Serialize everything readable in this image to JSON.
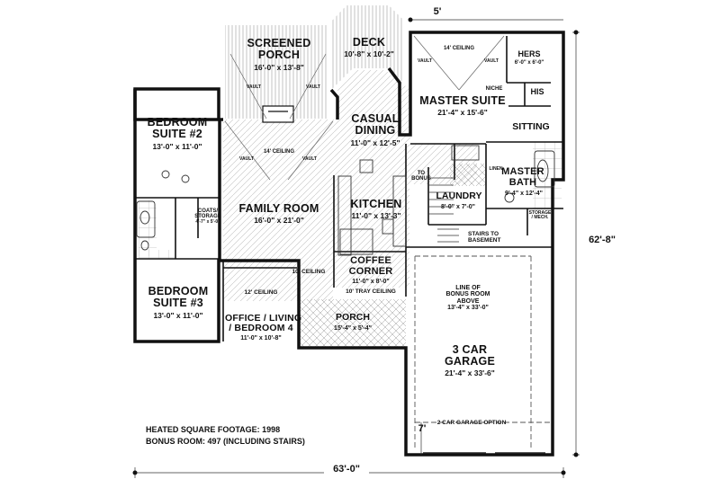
{
  "rooms": {
    "screened_porch": {
      "name_1": "SCREENED",
      "name_2": "PORCH",
      "dims": "16'-0\" x 13'-8\""
    },
    "deck": {
      "name": "DECK",
      "dims": "10'-8\" x 10'-2\""
    },
    "master_suite": {
      "ceiling": "14' CEILING",
      "name": "MASTER SUITE",
      "dims": "21'-4\" x 15'-6\""
    },
    "hers": {
      "name": "HERS",
      "dims": "6'-0\" x 6'-0\""
    },
    "his": {
      "name": "HIS"
    },
    "niche": {
      "name": "NICHE"
    },
    "sitting": {
      "name": "SITTING"
    },
    "bedroom2": {
      "name_1": "BEDROOM",
      "name_2": "SUITE #2",
      "dims": "13'-0\" x 11'-0\""
    },
    "casual_dining": {
      "name_1": "CASUAL",
      "name_2": "DINING",
      "dims": "11'-0\" x 12'-5\""
    },
    "family_room": {
      "ceiling": "14' CEILING",
      "name": "FAMILY ROOM",
      "dims": "16'-0\" x 21'-0\""
    },
    "to_bonus": {
      "line_1": "TO",
      "line_2": "BONUS"
    },
    "linen": {
      "name": "LINEN"
    },
    "master_bath": {
      "name_1": "MASTER",
      "name_2": "BATH",
      "dims": "9'-4\" x 12'-4\""
    },
    "laundry": {
      "name": "LAUNDRY",
      "dims": "8'-0\" x 7'-0\""
    },
    "kitchen": {
      "name": "KITCHEN",
      "dims": "11'-0\" x 13'-3\""
    },
    "coats_storage": {
      "line_1": "COATS/",
      "line_2": "STORAGE",
      "dims": "4'-7\" x 5'-0\""
    },
    "storage_mech": {
      "line_1": "STORAGE",
      "line_2": "/ MECH."
    },
    "stairs": {
      "line_1": "STAIRS TO",
      "line_2": "BASEMENT"
    },
    "ten_ceiling": {
      "text": "10' CEILING"
    },
    "coffee_corner": {
      "name_1": "COFFEE",
      "name_2": "CORNER",
      "dims": "11'-0\" x 8'-0\"",
      "ceiling": "10' TRAY CEILING"
    },
    "bonus_line": {
      "line_1": "LINE OF",
      "line_2": "BONUS ROOM",
      "line_3": "ABOVE",
      "dims": "13'-4\" x 33'-0\""
    },
    "bedroom3": {
      "name_1": "BEDROOM",
      "name_2": "SUITE #3",
      "dims": "13'-0\" x 11'-0\""
    },
    "office": {
      "ceiling": "12' CEILING",
      "name_1": "OFFICE / LIVING",
      "name_2": "/ BEDROOM 4",
      "dims": "11'-0\" x 10'-8\""
    },
    "porch": {
      "name": "PORCH",
      "dims": "15'-4\" x 5'-4\""
    },
    "garage": {
      "name_1": "3 CAR",
      "name_2": "GARAGE",
      "dims": "21'-4\" x 33'-6\"",
      "option": "2 CAR GARAGE OPTION",
      "option_dim": "7'"
    },
    "vault": {
      "text": "VAULT"
    }
  },
  "dimensions": {
    "top": "5'",
    "right": "62'-8\"",
    "bottom": "63'-0\""
  },
  "notes": {
    "heated": "HEATED SQUARE FOOTAGE: 1998",
    "bonus": "BONUS ROOM: 497 (INCLUDING STAIRS)"
  },
  "colors": {
    "wall": "#111111",
    "hatch": "#b9b9b9",
    "line": "#444444",
    "background": "#ffffff"
  }
}
